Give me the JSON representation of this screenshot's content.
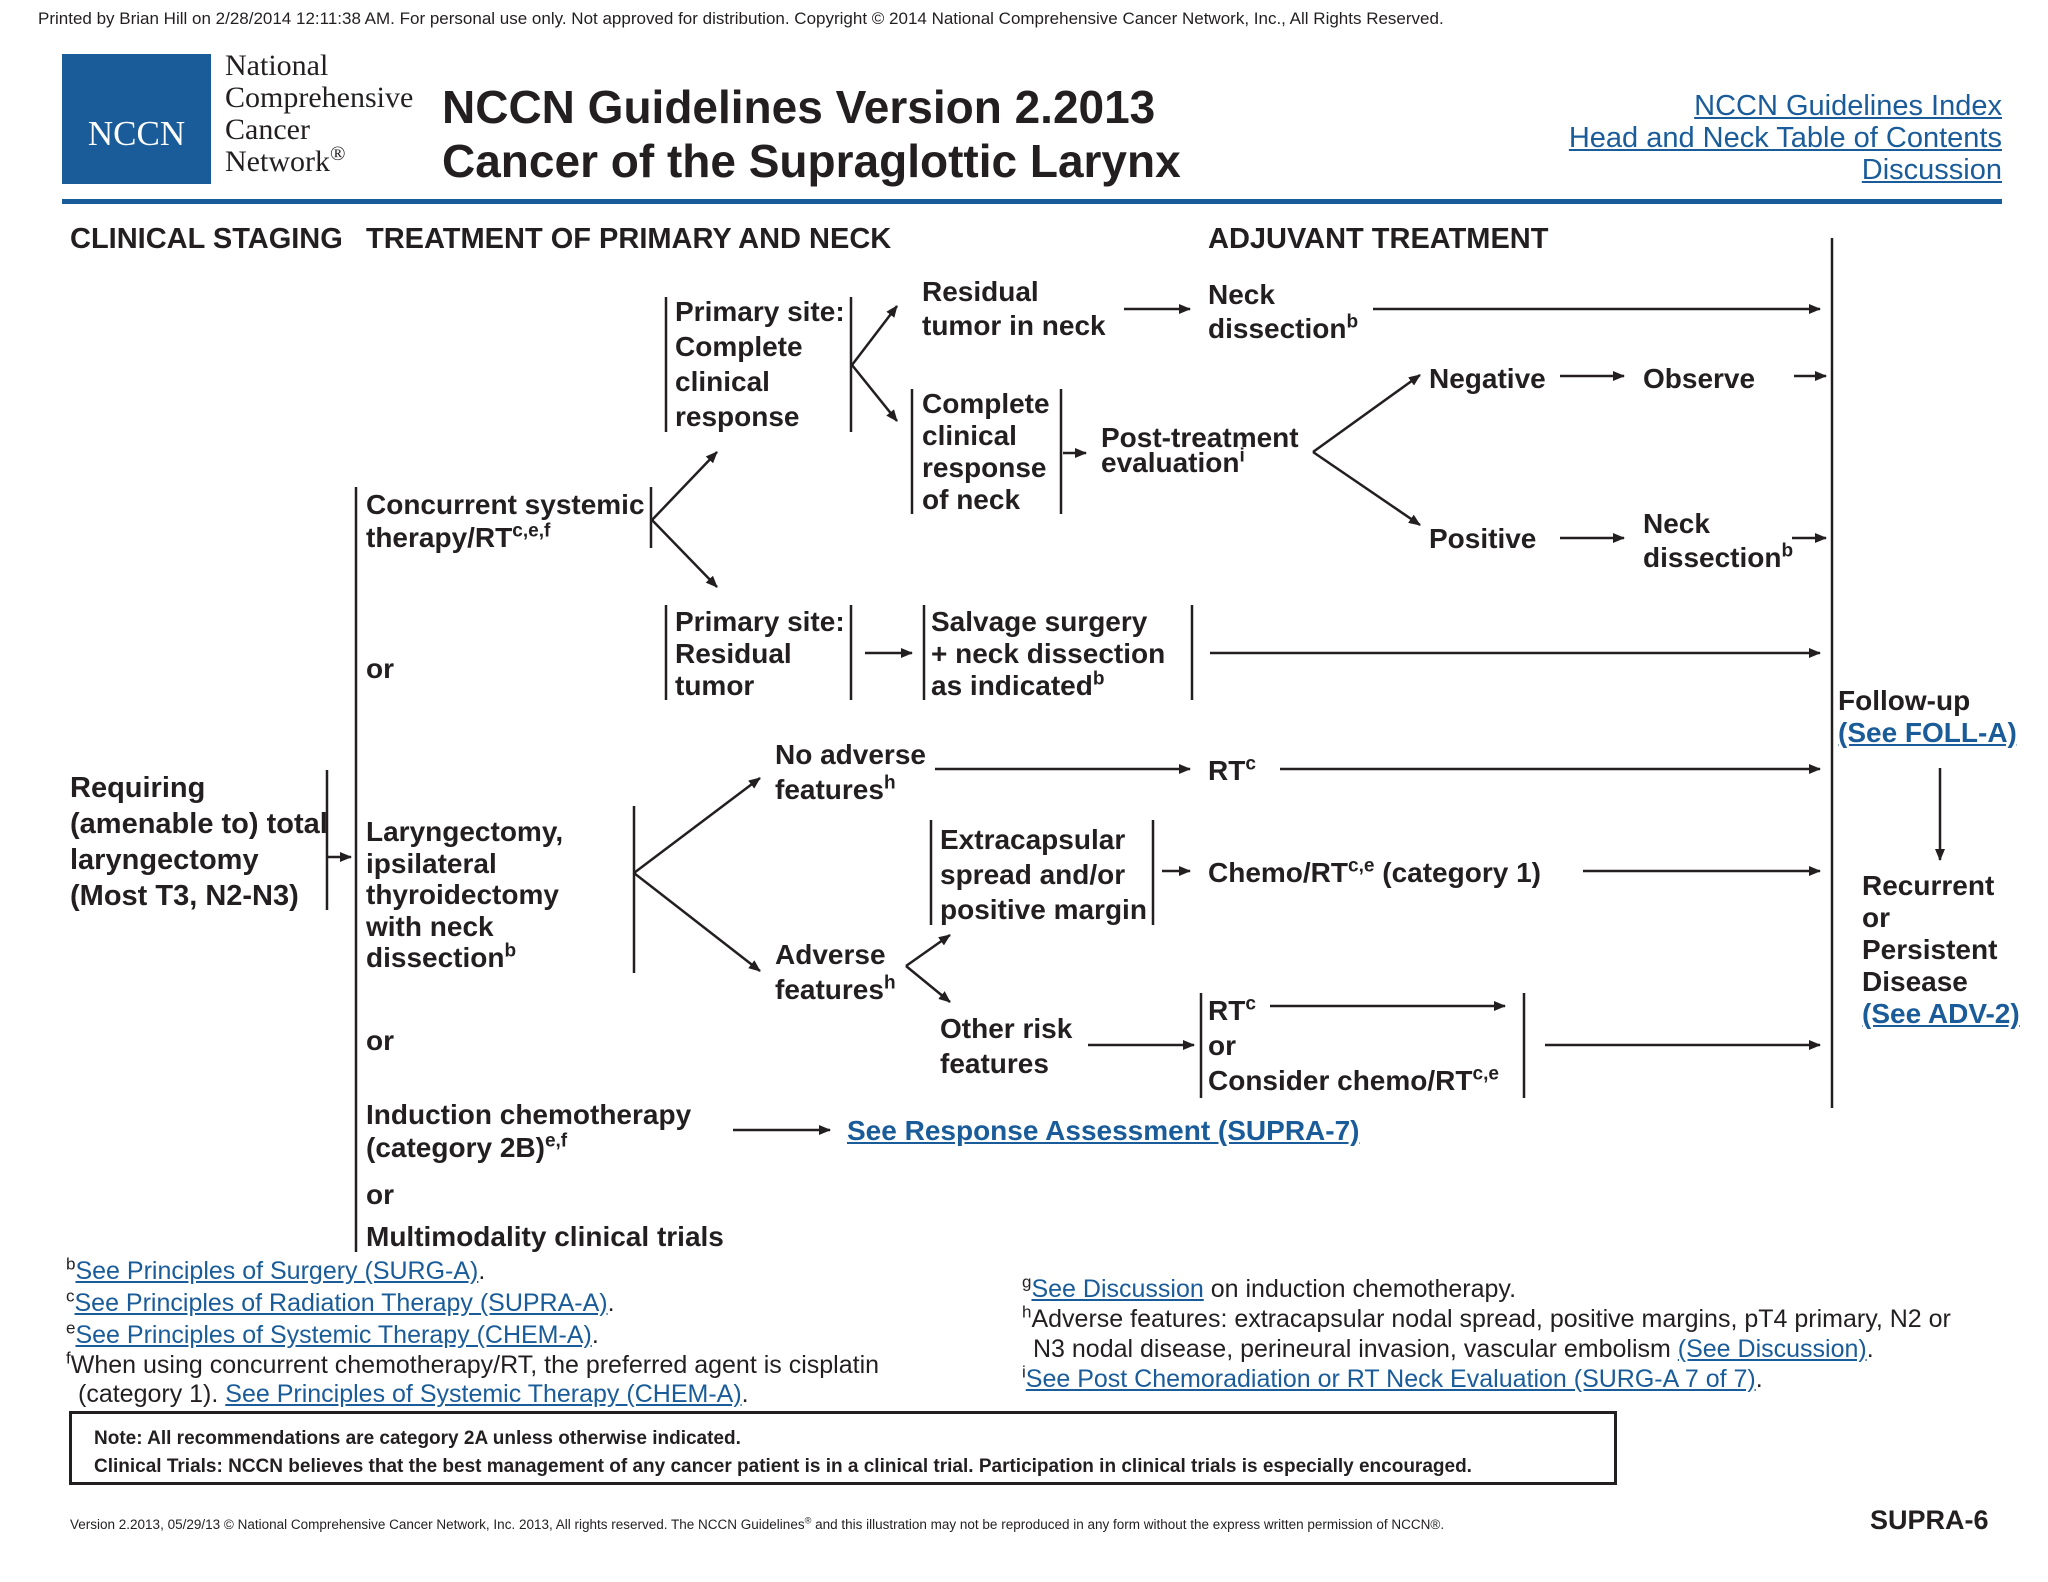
{
  "print_notice": "Printed by Brian Hill on 2/28/2014 12:11:38 AM. For personal use only. Not approved for distribution. Copyright © 2014 National Comprehensive Cancer Network, Inc., All Rights Reserved.",
  "logo": {
    "abbr": "NCCN",
    "line1": "National",
    "line2": "Comprehensive",
    "line3": "Cancer",
    "line4": "Network",
    "reg": "®",
    "color": "#1a5c99"
  },
  "header": {
    "title_line1": "NCCN Guidelines Version 2.2013",
    "title_line2": "Cancer of the Supraglottic Larynx",
    "nav": {
      "index": "NCCN Guidelines Index",
      "toc": "Head and Neck Table of Contents",
      "discussion": "Discussion"
    },
    "rule_color": "#1a5c99"
  },
  "columns": {
    "staging": "CLINICAL STAGING",
    "treatment": "TREATMENT OF PRIMARY AND NECK",
    "adjuvant": "ADJUVANT TREATMENT"
  },
  "nodes": {
    "staging": [
      "Requiring",
      "(amenable to) total",
      "laryngectomy",
      "(Most T3, N2-N3)"
    ],
    "concurrent": {
      "line1": "Concurrent systemic",
      "line2": "therapy/RT",
      "sup": "c,e,f"
    },
    "or": "or",
    "laryngectomy": {
      "lines": [
        "Laryngectomy,",
        "ipsilateral",
        "thyroidectomy",
        "with neck"
      ],
      "last": "dissection",
      "sup": "b"
    },
    "induction": {
      "line1": "Induction chemotherapy",
      "line2": "(category 2B)",
      "sup": "e,f"
    },
    "multimodality": "Multimodality clinical trials",
    "primary_complete": [
      "Primary site:",
      "Complete",
      "clinical",
      "response"
    ],
    "primary_residual": [
      "Primary site:",
      "Residual",
      "tumor"
    ],
    "residual_neck": [
      "Residual",
      "tumor in neck"
    ],
    "neck_dissection": {
      "line1": "Neck",
      "line2": "dissection",
      "sup": "b"
    },
    "complete_neck": [
      "Complete",
      "clinical",
      "response",
      "of neck"
    ],
    "post_treatment": {
      "line1": "Post-treatment",
      "line2": "evaluation",
      "sup": "i"
    },
    "negative": "Negative",
    "observe": "Observe",
    "positive": "Positive",
    "neck_dissection2": {
      "line1": "Neck",
      "line2": "dissection",
      "sup": "b"
    },
    "salvage": {
      "line1": "Salvage surgery",
      "line2": "+ neck dissection",
      "line3": "as indicated",
      "sup": "b"
    },
    "no_adverse": {
      "line1": "No adverse",
      "line2": "features",
      "sup": "h"
    },
    "rt": {
      "text": "RT",
      "sup": "c"
    },
    "extracapsular": [
      "Extracapsular",
      "spread and/or",
      "positive margin"
    ],
    "chemo_rt": {
      "text": "Chemo/RT",
      "sup": "c,e",
      "tail": " (category 1)"
    },
    "adverse": {
      "line1": "Adverse",
      "line2": "features",
      "sup": "h"
    },
    "other_risk": [
      "Other risk",
      "features"
    ],
    "rt_or": {
      "line1": "RT",
      "sup1": "c",
      "line2": "or",
      "line3": "Consider chemo/RT",
      "sup3": "c,e"
    },
    "response_link": "See Response Assessment (SUPRA-7)",
    "followup": {
      "line1": "Follow-up",
      "link": "(See FOLL-A)"
    },
    "recurrent": {
      "lines": [
        "Recurrent",
        "or",
        "Persistent",
        "Disease"
      ],
      "link": "(See ADV-2)"
    }
  },
  "footnotes": {
    "b": {
      "mark": "b",
      "link": "See Principles of Surgery (SURG-A)",
      "after": "."
    },
    "c": {
      "mark": "c",
      "link": "See Principles of Radiation Therapy (SUPRA-A)",
      "after": "."
    },
    "e": {
      "mark": "e",
      "link": "See Principles of Systemic Therapy (CHEM-A)",
      "after": "."
    },
    "f": {
      "mark": "f",
      "line1": "When using concurrent chemotherapy/RT, the preferred agent is cisplatin",
      "line2_pre": "(category 1). ",
      "link": "See Principles of Systemic Therapy (CHEM-A)",
      "after": "."
    },
    "g": {
      "mark": "g",
      "link": "See Discussion",
      "after": " on induction chemotherapy."
    },
    "h": {
      "mark": "h",
      "line1": "Adverse features: extracapsular nodal spread, positive margins, pT4 primary, N2 or",
      "line2_pre": "N3 nodal disease, perineural invasion, vascular embolism ",
      "link": "(See Discussion)",
      "after": "."
    },
    "i": {
      "mark": "i",
      "link": "See Post Chemoradiation or RT Neck Evaluation (SURG-A 7 of 7)",
      "after": "."
    }
  },
  "note": {
    "line1": "Note:  All recommendations are category 2A unless otherwise indicated.",
    "line2": "Clinical Trials: NCCN believes that the best management of any cancer patient is in a clinical trial.  Participation in clinical trials is especially encouraged."
  },
  "footer": {
    "version_pre": "Version 2.2013, 05/29/13 © National Comprehensive Cancer Network, Inc. 2013, All rights reserved. The NCCN Guidelines",
    "reg": "®",
    "version_post": " and this illustration may not be reproduced in any form without the express written permission of NCCN®.",
    "page_code": "SUPRA-6"
  }
}
